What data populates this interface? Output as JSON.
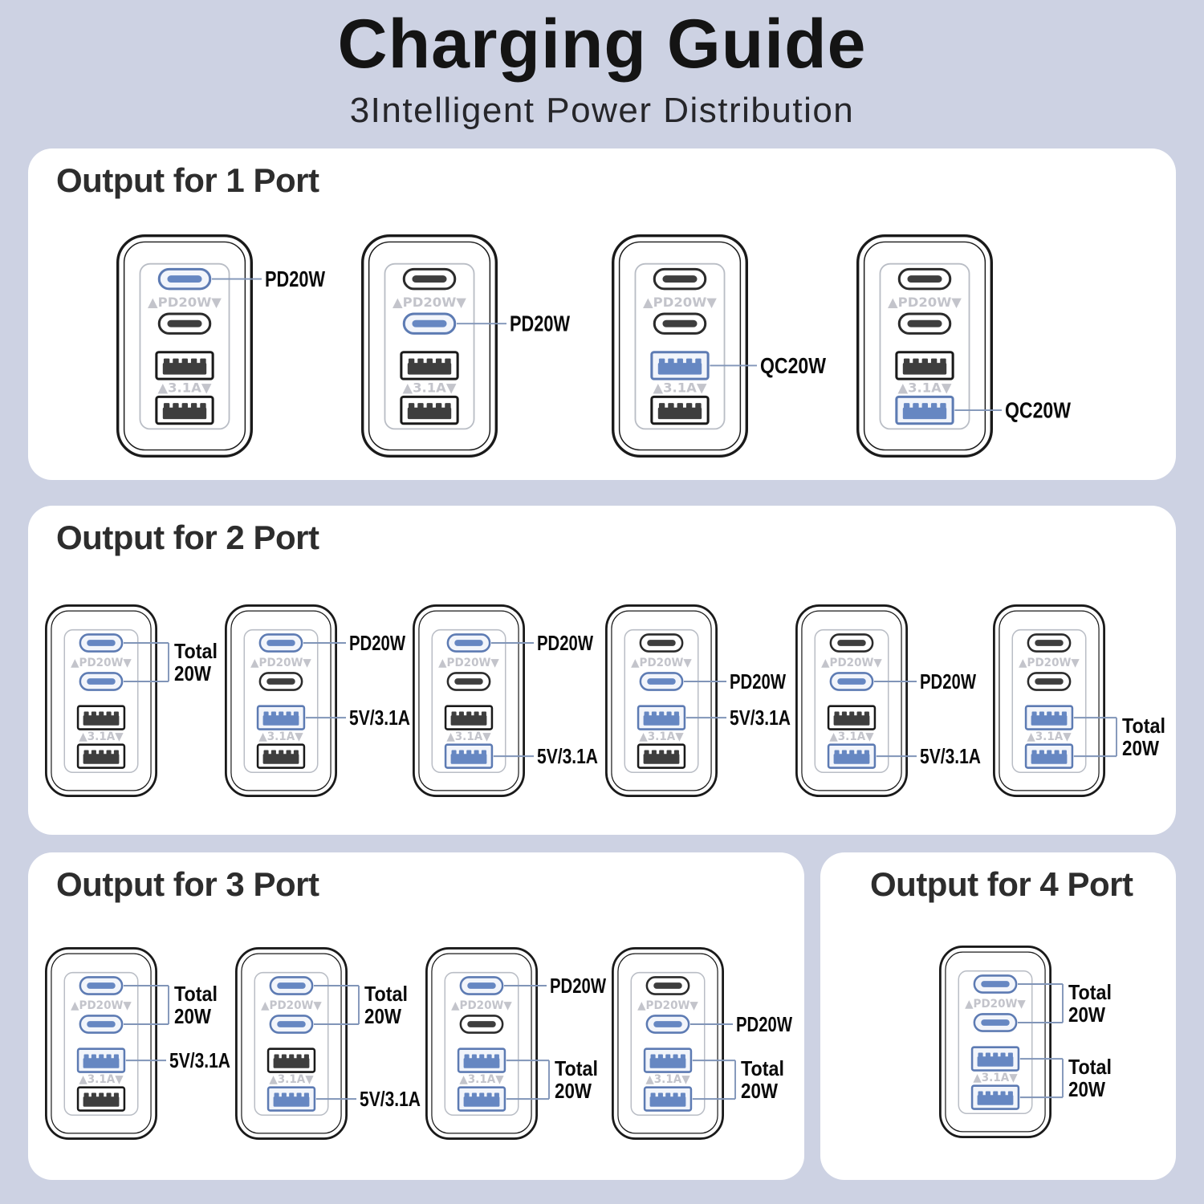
{
  "title": "Charging Guide",
  "subtitle": "3Intelligent Power Distribution",
  "charger_port_labels": {
    "usbc_group": "▲PD20W▼",
    "usba_group": "▲3.1A▼"
  },
  "colors": {
    "background": "#cdd2e3",
    "panel": "#ffffff",
    "title_text": "#141414",
    "header_text": "#2d2d2d",
    "label_text": "#0a0a0a",
    "muted_port_text": "#c3c4cb",
    "outline_dark": "#1a1a1a",
    "faceplate_line": "#b9bdc5",
    "port_dark_stroke": "#2b2b2b",
    "port_dark_fill": "#3e3e3e",
    "highlight_stroke": "#5d7bb3",
    "highlight_fill": "#6687c2",
    "highlight_port_bg": "#f2f5fb",
    "callout_line": "#8195b8"
  },
  "panels": [
    {
      "id": "1port",
      "header": "Output for 1 Port",
      "chargers": [
        {
          "highlighted_ports": [
            "usbc1"
          ],
          "callouts": [
            {
              "ports": [
                "usbc1"
              ],
              "label": [
                "PD20W"
              ]
            }
          ]
        },
        {
          "highlighted_ports": [
            "usbc2"
          ],
          "callouts": [
            {
              "ports": [
                "usbc2"
              ],
              "label": [
                "PD20W"
              ]
            }
          ]
        },
        {
          "highlighted_ports": [
            "usba1"
          ],
          "callouts": [
            {
              "ports": [
                "usba1"
              ],
              "label": [
                "QC20W"
              ]
            }
          ]
        },
        {
          "highlighted_ports": [
            "usba2"
          ],
          "callouts": [
            {
              "ports": [
                "usba2"
              ],
              "label": [
                "QC20W"
              ]
            }
          ]
        }
      ]
    },
    {
      "id": "2port",
      "header": "Output for 2 Port",
      "chargers": [
        {
          "highlighted_ports": [
            "usbc1",
            "usbc2"
          ],
          "callouts": [
            {
              "ports": [
                "usbc1",
                "usbc2"
              ],
              "label": [
                "Total",
                "20W"
              ]
            }
          ]
        },
        {
          "highlighted_ports": [
            "usbc1",
            "usba1"
          ],
          "callouts": [
            {
              "ports": [
                "usbc1"
              ],
              "label": [
                "PD20W"
              ]
            },
            {
              "ports": [
                "usba1"
              ],
              "label": [
                "5V/3.1A"
              ]
            }
          ]
        },
        {
          "highlighted_ports": [
            "usbc1",
            "usba2"
          ],
          "callouts": [
            {
              "ports": [
                "usbc1"
              ],
              "label": [
                "PD20W"
              ]
            },
            {
              "ports": [
                "usba2"
              ],
              "label": [
                "5V/3.1A"
              ]
            }
          ]
        },
        {
          "highlighted_ports": [
            "usbc2",
            "usba1"
          ],
          "callouts": [
            {
              "ports": [
                "usbc2"
              ],
              "label": [
                "PD20W"
              ]
            },
            {
              "ports": [
                "usba1"
              ],
              "label": [
                "5V/3.1A"
              ]
            }
          ]
        },
        {
          "highlighted_ports": [
            "usbc2",
            "usba2"
          ],
          "callouts": [
            {
              "ports": [
                "usbc2"
              ],
              "label": [
                "PD20W"
              ]
            },
            {
              "ports": [
                "usba2"
              ],
              "label": [
                "5V/3.1A"
              ]
            }
          ]
        },
        {
          "highlighted_ports": [
            "usba1",
            "usba2"
          ],
          "callouts": [
            {
              "ports": [
                "usba1",
                "usba2"
              ],
              "label": [
                "Total",
                "20W"
              ]
            }
          ]
        }
      ]
    },
    {
      "id": "3port",
      "header": "Output for 3 Port",
      "chargers": [
        {
          "highlighted_ports": [
            "usbc1",
            "usbc2",
            "usba1"
          ],
          "callouts": [
            {
              "ports": [
                "usbc1",
                "usbc2"
              ],
              "label": [
                "Total",
                "20W"
              ]
            },
            {
              "ports": [
                "usba1"
              ],
              "label": [
                "5V/3.1A"
              ]
            }
          ]
        },
        {
          "highlighted_ports": [
            "usbc1",
            "usbc2",
            "usba2"
          ],
          "callouts": [
            {
              "ports": [
                "usbc1",
                "usbc2"
              ],
              "label": [
                "Total",
                "20W"
              ]
            },
            {
              "ports": [
                "usba2"
              ],
              "label": [
                "5V/3.1A"
              ]
            }
          ]
        },
        {
          "highlighted_ports": [
            "usbc1",
            "usba1",
            "usba2"
          ],
          "callouts": [
            {
              "ports": [
                "usbc1"
              ],
              "label": [
                "PD20W"
              ]
            },
            {
              "ports": [
                "usba1",
                "usba2"
              ],
              "label": [
                "Total",
                "20W"
              ]
            }
          ]
        },
        {
          "highlighted_ports": [
            "usbc2",
            "usba1",
            "usba2"
          ],
          "callouts": [
            {
              "ports": [
                "usbc2"
              ],
              "label": [
                "PD20W"
              ]
            },
            {
              "ports": [
                "usba1",
                "usba2"
              ],
              "label": [
                "Total",
                "20W"
              ]
            }
          ]
        }
      ]
    },
    {
      "id": "4port",
      "header": "Output for 4 Port",
      "chargers": [
        {
          "highlighted_ports": [
            "usbc1",
            "usbc2",
            "usba1",
            "usba2"
          ],
          "callouts": [
            {
              "ports": [
                "usbc1",
                "usbc2"
              ],
              "label": [
                "Total",
                "20W"
              ]
            },
            {
              "ports": [
                "usba1",
                "usba2"
              ],
              "label": [
                "Total",
                "20W"
              ]
            }
          ]
        }
      ]
    }
  ]
}
